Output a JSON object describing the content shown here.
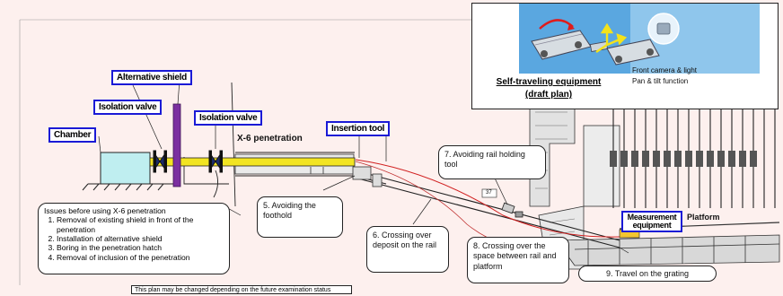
{
  "header_text": "",
  "labels": {
    "alternative_shield": "Alternative shield",
    "isolation_valve_left": "Isolation valve",
    "isolation_valve_right": "Isolation valve",
    "chamber": "Chamber",
    "x6_penetration": "X-6 penetration",
    "insertion_tool": "Insertion tool",
    "measurement_equipment": "Measurement equipment",
    "platform": "Platform",
    "rail_number": "37"
  },
  "inset": {
    "caption_line1": "Self-traveling equipment",
    "caption_line2": "(draft plan)",
    "camera_line1": "Front camera & light",
    "camera_line2": "Pan & tilt function"
  },
  "issues": {
    "title": "Issues before using X-6 penetration",
    "items": [
      "Removal of existing shield in front of the penetration",
      "Installation of alternative shield",
      "Boring in the penetration hatch",
      "Removal of inclusion of the penetration"
    ]
  },
  "notes": {
    "n5": "5. Avoiding the foothold",
    "n6": "6. Crossing over deposit on the rail",
    "n7": "7. Avoiding rail holding tool",
    "n8": "8. Crossing over the space between rail and platform",
    "n9": "9. Travel on the grating"
  },
  "footer_note": "This plan may be changed depending on the future examination status",
  "colors": {
    "box_border": "#1a1ad6",
    "shield": "#7b2fa0",
    "insertion_tool": "#f2e422",
    "chamber": "#bfeef0",
    "measurement_equipment": "#f3c530",
    "background": "#fdf0ee"
  }
}
